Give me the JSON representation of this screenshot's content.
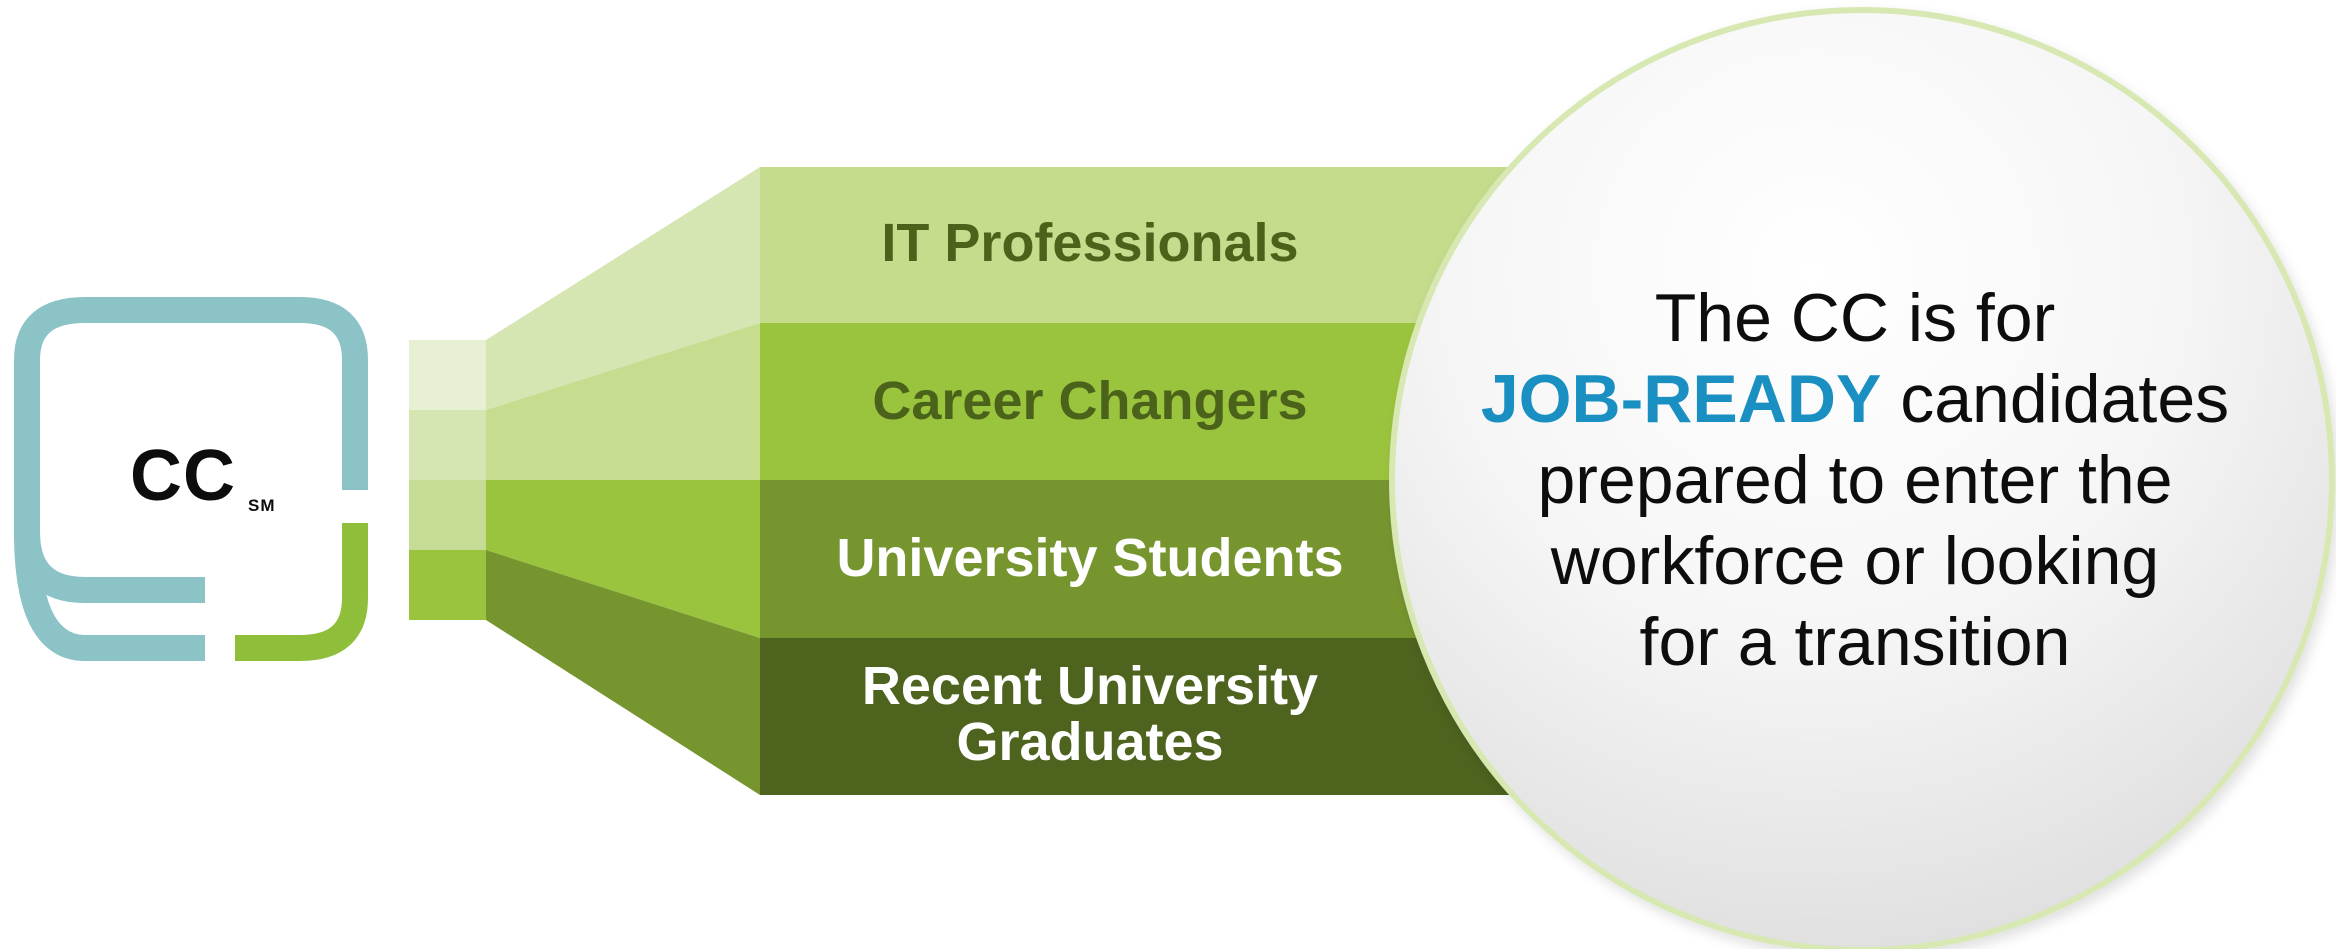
{
  "logo": {
    "text": "CC",
    "mark": "SM",
    "colors": {
      "frame_top": "#8cc3c7",
      "frame_bottom": "#8fbf3a"
    }
  },
  "bands": [
    {
      "label": "IT Professionals",
      "color": "#c4dc8c",
      "text_color": "#4a6219"
    },
    {
      "label": "Career Changers",
      "color": "#9bc43e",
      "text_color": "#4a6219"
    },
    {
      "label": "University Students",
      "color": "#77952f",
      "text_color": "#ffffff"
    },
    {
      "label": "Recent University\nGraduates",
      "color": "#4d631e",
      "text_color": "#ffffff"
    }
  ],
  "circle": {
    "line1": "The CC is for",
    "highlight": "JOB-READY",
    "line2_rest": " candidates",
    "line3": "prepared to enter the",
    "line4": "workforce or looking",
    "line5": "for a transition",
    "highlight_color": "#1a8fc2"
  }
}
